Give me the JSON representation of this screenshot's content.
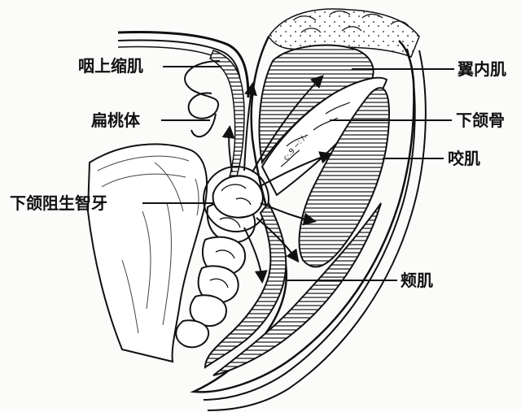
{
  "labels": {
    "pharyngeal_constrictor": "咽上缩肌",
    "tonsil": "扁桃体",
    "impacted_wisdom_tooth": "下颌阻生智牙",
    "medial_pterygoid": "翼内肌",
    "mandible": "下颌骨",
    "masseter": "咬肌",
    "buccinator": "颊肌"
  },
  "colors": {
    "line": "#111111",
    "paper": "#fbfbfa"
  }
}
